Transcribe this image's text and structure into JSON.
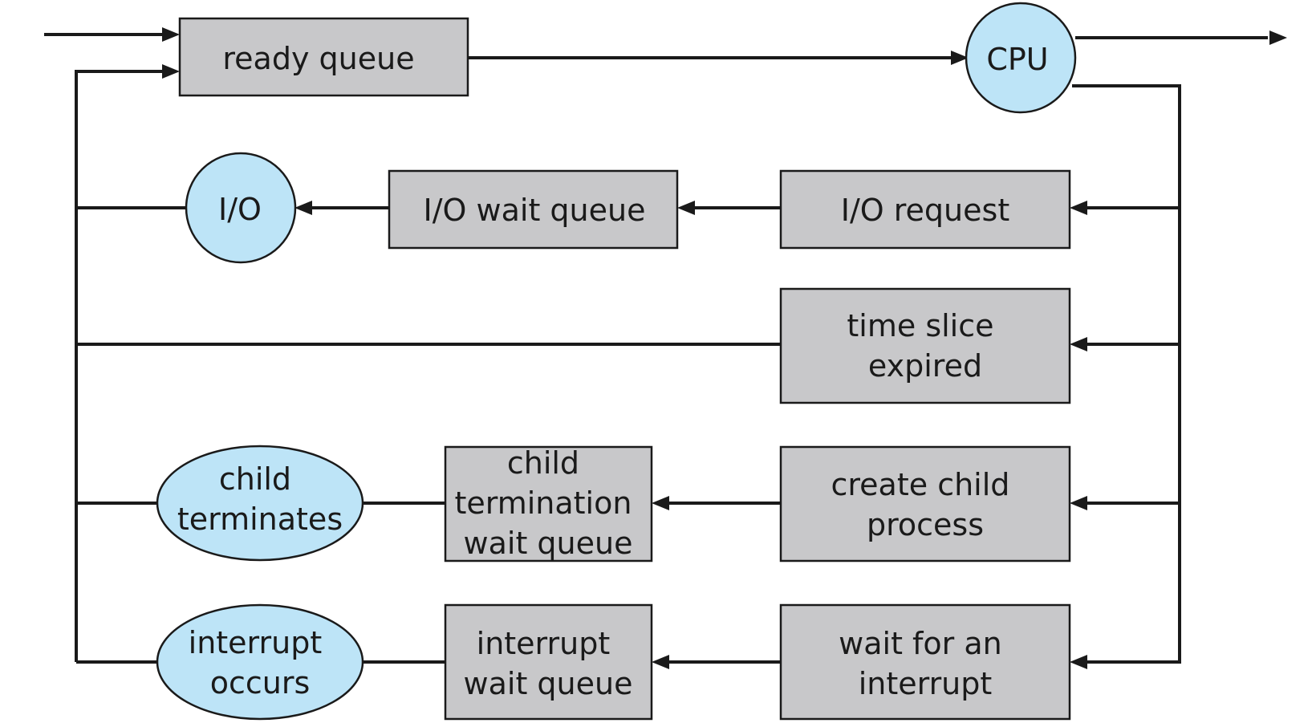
{
  "nodes": {
    "ready_queue": [
      "ready queue"
    ],
    "cpu": [
      "CPU"
    ],
    "io": [
      "I/O"
    ],
    "io_wait_queue": [
      "I/O wait queue"
    ],
    "io_request": [
      "I/O request"
    ],
    "time_slice_expired": [
      "time slice",
      "expired"
    ],
    "child_terminates": [
      "child",
      "terminates"
    ],
    "child_termination_wait_queue": [
      "child",
      "termination",
      "wait queue"
    ],
    "create_child_process": [
      "create child",
      "process"
    ],
    "interrupt_occurs": [
      "interrupt",
      "occurs"
    ],
    "interrupt_wait_queue": [
      "interrupt",
      "wait queue"
    ],
    "wait_for_interrupt": [
      "wait for an",
      "interrupt"
    ]
  },
  "colors": {
    "queue_fill": "#c8c8ca",
    "resource_fill": "#bde4f7",
    "stroke": "#1a1a1a"
  }
}
